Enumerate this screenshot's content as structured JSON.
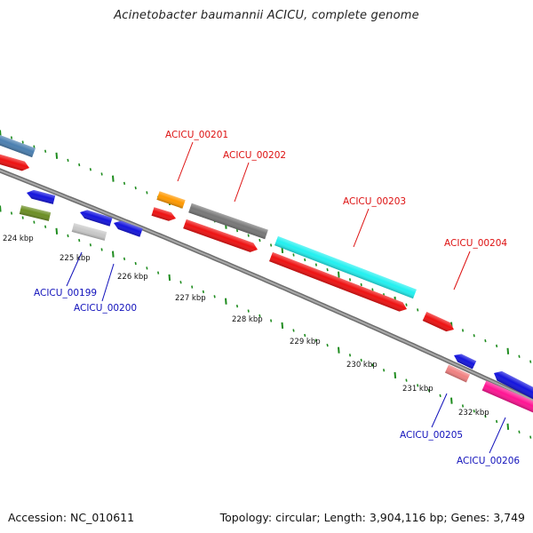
{
  "title": "Acinetobacter baumannii ACICU, complete genome",
  "footer": {
    "accession_label": "Accession: NC_010611",
    "summary": "Topology: circular; Length: 3,904,116 bp; Genes: 3,749"
  },
  "colors": {
    "backbone": "#888888",
    "tick": "#1e8c1e",
    "forward_label": "#dd1111",
    "reverse_label": "#1111bb"
  },
  "scale_labels": [
    "224 kbp",
    "225 kbp",
    "226 kbp",
    "227 kbp",
    "228 kbp",
    "229 kbp",
    "230 kbp",
    "231 kbp",
    "232 kbp"
  ],
  "gene_labels": [
    {
      "text": "ACICU_00199",
      "strand": "reverse"
    },
    {
      "text": "ACICU_00200",
      "strand": "reverse"
    },
    {
      "text": "ACICU_00201",
      "strand": "forward"
    },
    {
      "text": "ACICU_00202",
      "strand": "forward"
    },
    {
      "text": "ACICU_00203",
      "strand": "forward"
    },
    {
      "text": "ACICU_00204",
      "strand": "forward"
    },
    {
      "text": "ACICU_00205",
      "strand": "reverse"
    },
    {
      "text": "ACICU_00206",
      "strand": "reverse"
    }
  ]
}
